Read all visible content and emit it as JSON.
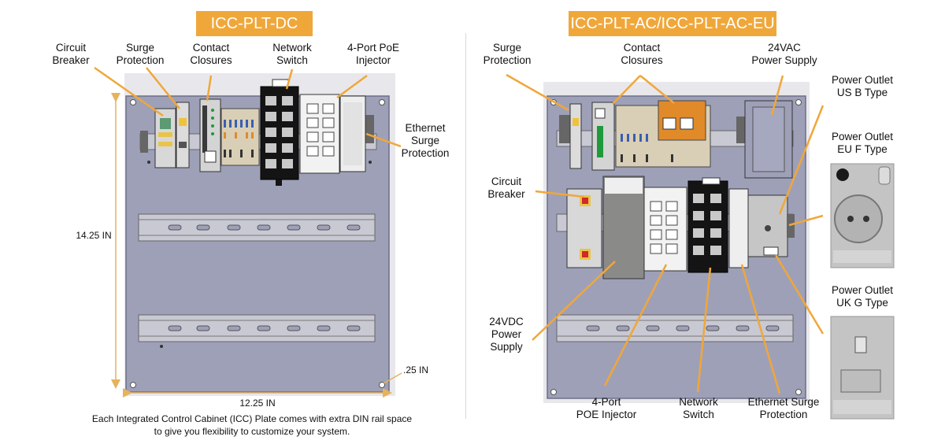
{
  "left_panel": {
    "title": "ICC-PLT-DC",
    "labels": {
      "circuit_breaker": "Circuit\nBreaker",
      "surge_protection": "Surge\nProtection",
      "contact_closures": "Contact\nClosures",
      "network_switch": "Network\nSwitch",
      "poe_injector": "4-Port PoE\nInjector",
      "ethernet_surge": "Ethernet\nSurge\nProtection"
    },
    "dimensions": {
      "height": "14.25 IN",
      "width": "12.25 IN",
      "hole_offset": ".25 IN"
    },
    "caption_line1": "Each Integrated Control Cabinet (ICC) Plate comes with extra DIN rail space",
    "caption_line2": "to give you flexibility to customize your system."
  },
  "right_panel": {
    "title": "ICC-PLT-AC/ICC-PLT-AC-EU",
    "labels": {
      "surge_protection": "Surge\nProtection",
      "contact_closures": "Contact\nClosures",
      "power_supply_24vac": "24VAC\nPower Supply",
      "outlet_us": "Power Outlet\nUS B Type",
      "outlet_eu": "Power Outlet\nEU F Type",
      "outlet_uk": "Power Outlet\nUK G Type",
      "circuit_breaker": "Circuit\nBreaker",
      "power_supply_24vdc": "24VDC\nPower\nSupply",
      "poe_injector": "4-Port\nPOE Injector",
      "network_switch": "Network\nSwitch",
      "ethernet_surge": "Ethernet Surge\nProtection"
    }
  },
  "colors": {
    "accent": "#f0a73a",
    "plate": "#9ea0b8",
    "plate_edge": "#6d6f88",
    "rail": "#c8c9d3",
    "switch_body": "#141414",
    "injector_body": "#f2f2f2",
    "power_supply_gray": "#8a8a88",
    "terminal_beige": "#d9cfb7",
    "terminal_orange": "#e08a2a",
    "dim_line": "#e6b25c"
  }
}
